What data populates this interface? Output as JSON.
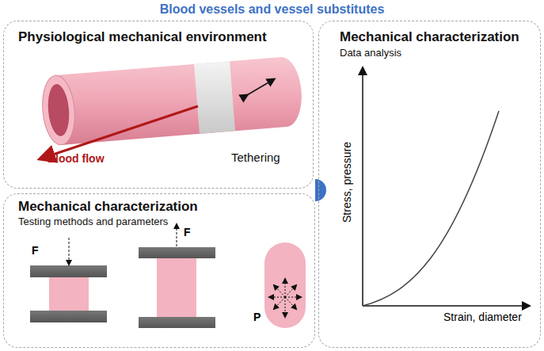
{
  "diagram": {
    "title": "Blood vessels and vessel substitutes",
    "nodes": [
      {
        "text": [
          "Physiological mechanical environment"
        ]
      },
      {
        "text": [
          "Mechanical characterization",
          "Testing methods and parameters"
        ]
      },
      {
        "text": [
          "Mechanical characterization",
          "Data analysis"
        ]
      }
    ],
    "labels": [
      "Blood flow",
      "Tethering",
      "F",
      "F",
      "P",
      "Stress, pressure",
      "Strain, diameter"
    ]
  }
}
